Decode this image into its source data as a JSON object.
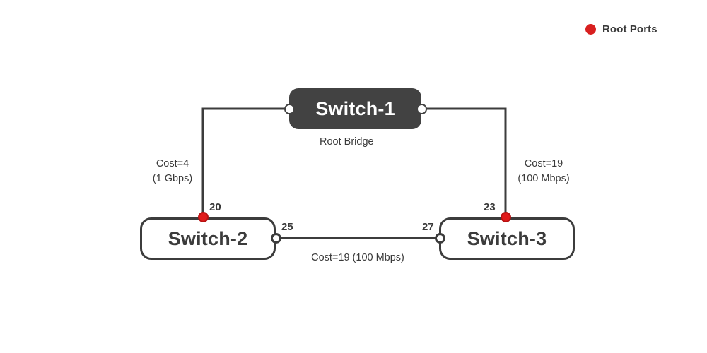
{
  "legend": {
    "dot_color": "#d81f1f",
    "label": "Root Ports",
    "icon": "red-dot-icon"
  },
  "nodes": [
    {
      "id": "switch1",
      "label": "Switch-1",
      "sublabel": "Root Bridge",
      "style": "dark",
      "fill": "#424242",
      "text_color": "#ffffff"
    },
    {
      "id": "switch2",
      "label": "Switch-2",
      "sublabel": "",
      "style": "light",
      "fill": "#ffffff",
      "text_color": "#3c3c3c"
    },
    {
      "id": "switch3",
      "label": "Switch-3",
      "sublabel": "",
      "style": "light",
      "fill": "#ffffff",
      "text_color": "#3c3c3c"
    }
  ],
  "ports": [
    {
      "id": "sw1-left",
      "number": "",
      "type": "designated"
    },
    {
      "id": "sw1-right",
      "number": "",
      "type": "designated"
    },
    {
      "id": "sw2-top",
      "number": "20",
      "type": "root"
    },
    {
      "id": "sw2-right",
      "number": "25",
      "type": "designated"
    },
    {
      "id": "sw3-top",
      "number": "23",
      "type": "root"
    },
    {
      "id": "sw3-left",
      "number": "27",
      "type": "designated"
    }
  ],
  "links": [
    {
      "id": "link-sw1-sw2",
      "from": "switch1",
      "to": "switch2",
      "cost_line": "Cost=4",
      "speed_line": "(1 Gbps)",
      "cost": 4,
      "speed": "1 Gbps"
    },
    {
      "id": "link-sw1-sw3",
      "from": "switch1",
      "to": "switch3",
      "cost_line": "Cost=19",
      "speed_line": "(100 Mbps)",
      "cost": 19,
      "speed": "100 Mbps"
    },
    {
      "id": "link-sw2-sw3",
      "from": "switch2",
      "to": "switch3",
      "cost_line": "Cost=19 (100 Mbps)",
      "speed_line": "",
      "cost": 19,
      "speed": "100 Mbps"
    }
  ],
  "colors": {
    "root_port": "#e01b1b",
    "line": "#3c3c3c",
    "node_dark": "#424242",
    "background": "#ffffff"
  }
}
